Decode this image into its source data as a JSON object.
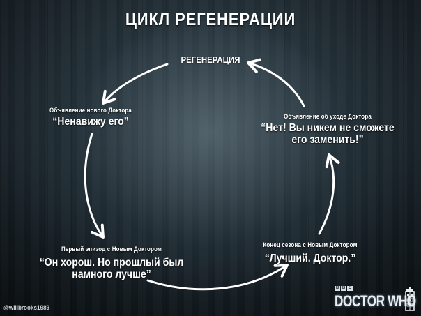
{
  "title": "ЦИКЛ РЕГЕНЕРАЦИИ",
  "cycle": {
    "top": "РЕГЕНЕРАЦИЯ",
    "left": {
      "caption": "Объявление нового Доктора",
      "quote": "“Ненавижу его”"
    },
    "right": {
      "caption": "Объявление об уходе Доктора",
      "quote_line1": "“Нет! Вы никем не сможете",
      "quote_line2": "его заменить!”"
    },
    "bottom_left": {
      "caption": "Первый эпизод с Новым Доктором",
      "quote_line1": "“Он хорош. Но прошлый был",
      "quote_line2": "намного лучше”"
    },
    "bottom_right": {
      "caption": "Конец сезона с Новым Доктором",
      "quote": "“Лучший. Доктор.”"
    }
  },
  "watermark": "@willbrooks1989",
  "logo": {
    "broadcaster": [
      "B",
      "B",
      "C"
    ],
    "name": "DOCTOR WHO"
  },
  "colors": {
    "text": "#ffffff",
    "arrow": "#ffffff",
    "background": "#1f2b33"
  },
  "icons": {
    "arrowheads": "chevron-arrowhead",
    "logo_emblem": "tardis-icon"
  }
}
